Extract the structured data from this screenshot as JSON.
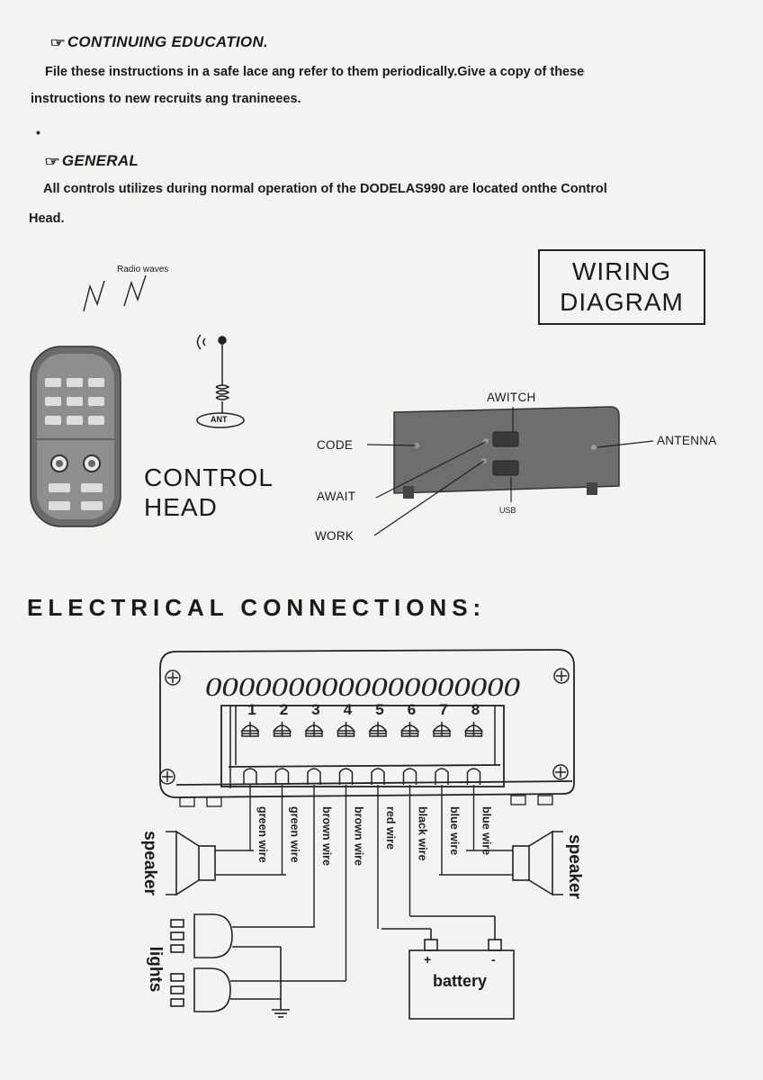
{
  "sections": {
    "continuing": {
      "heading": "CONTINUING EDUCATION.",
      "line1": "File these instructions in a safe lace ang refer to them periodically.Give a copy  of these",
      "line2": "instructions to new recruits ang tranineees."
    },
    "general": {
      "heading": "GENERAL",
      "line1": "All controls utilizes during normal  operation of the  DODELAS990  are located  onthe Control",
      "line2": "Head."
    }
  },
  "icons": {
    "bullet_icon": "hand-pointer-icon"
  },
  "wiring_diagram": {
    "title_line1": "WIRING",
    "title_line2": "DIAGRAM",
    "radio_waves": "Radio waves",
    "ant": "ANT",
    "control_head_line1": "CONTROL",
    "control_head_line2": "HEAD",
    "labels": {
      "switch": "AWITCH",
      "code": "CODE",
      "antenna": "ANTENNA",
      "await": "AWAIT",
      "usb": "USB",
      "work": "WORK"
    }
  },
  "electrical": {
    "title": "ELECTRICAL CONNECTIONS:",
    "slots": "0000000000000000000",
    "terminals": [
      "1",
      "2",
      "3",
      "4",
      "5",
      "6",
      "7",
      "8"
    ],
    "wires": [
      "green wire",
      "green wire",
      "brown wire",
      "brown wire",
      "red wire",
      "black wire",
      "blue wire",
      "blue wire"
    ],
    "speaker_left": "speaker",
    "speaker_right": "speaker",
    "lights": "lights",
    "battery": "battery",
    "plus": "+",
    "minus": "-"
  }
}
